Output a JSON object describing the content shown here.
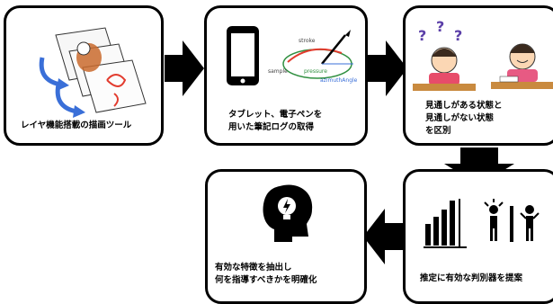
{
  "steps": [
    {
      "caption_lines": [
        "レイヤ機能搭載の描画ツール"
      ]
    },
    {
      "caption_lines": [
        "タブレット、電子ペンを",
        "用いた筆記ログの取得"
      ]
    },
    {
      "caption_lines": [
        "見通しがある状態と",
        "見通しがない状態",
        "を区別"
      ]
    },
    {
      "caption_lines": [
        "推定に有効な判別器を提案"
      ]
    },
    {
      "caption_lines": [
        "有効な特徴を抽出し",
        "何を指導すべきかを明確化"
      ]
    }
  ],
  "pen_diagram_labels": {
    "stroke": "stroke",
    "pressure": "pressure",
    "azimuth": "azimuthAngle",
    "sample": "sample"
  },
  "question_marks": [
    "?",
    "?",
    "?"
  ],
  "colors": {
    "line": "#000000",
    "accent_red": "#e23b2e",
    "blue": "#3a6fd8"
  }
}
